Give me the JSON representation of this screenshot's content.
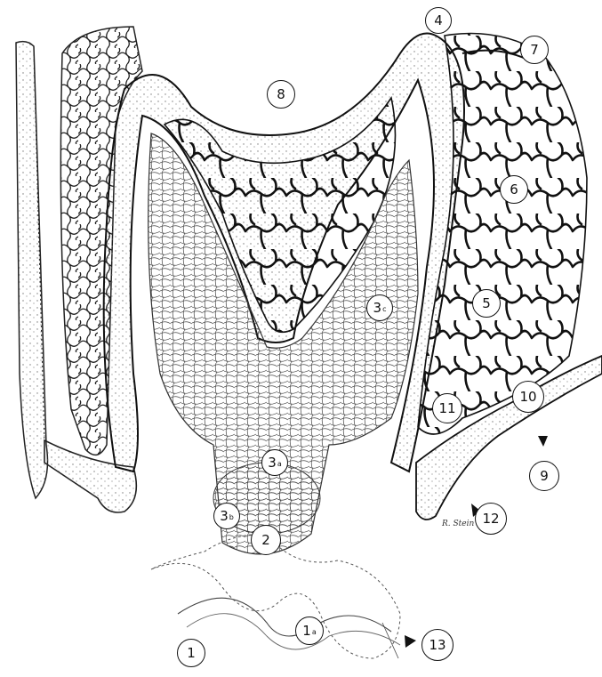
{
  "figure": {
    "labels": [
      {
        "id": "1",
        "text": "1"
      },
      {
        "id": "1a",
        "text": "1",
        "sub": "a"
      },
      {
        "id": "2",
        "text": "2"
      },
      {
        "id": "3a",
        "text": "3",
        "sub": "a"
      },
      {
        "id": "3b",
        "text": "3",
        "sub": "b"
      },
      {
        "id": "3c",
        "text": "3",
        "sub": "c"
      },
      {
        "id": "4",
        "text": "4"
      },
      {
        "id": "5",
        "text": "5"
      },
      {
        "id": "6",
        "text": "6"
      },
      {
        "id": "7",
        "text": "7"
      },
      {
        "id": "8",
        "text": "8"
      },
      {
        "id": "9",
        "text": "9"
      },
      {
        "id": "10",
        "text": "10"
      },
      {
        "id": "11",
        "text": "11"
      },
      {
        "id": "12",
        "text": "12"
      },
      {
        "id": "13",
        "text": "13"
      }
    ],
    "signature": "R. Stein"
  },
  "colors": {
    "ink": "#111111",
    "background": "#ffffff"
  }
}
